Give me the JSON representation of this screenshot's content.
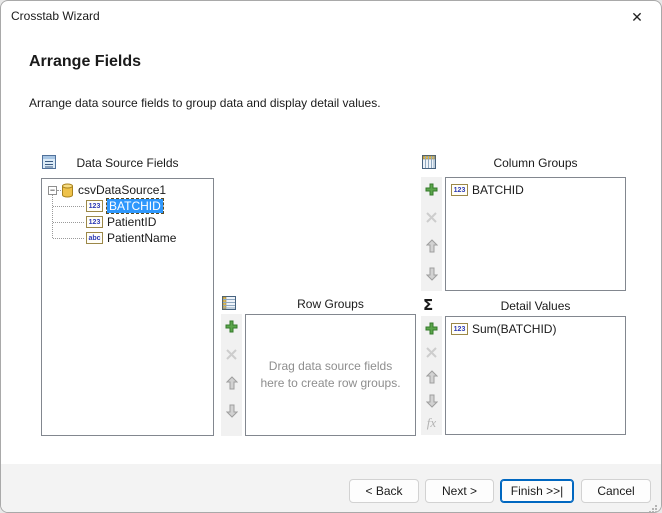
{
  "window": {
    "title": "Crosstab Wizard"
  },
  "icons": {
    "close": "✕",
    "sigma": "Σ",
    "fx": "fx",
    "expander": "−"
  },
  "header": {
    "title": "Arrange Fields",
    "subtitle": "Arrange data source fields to group data and display detail values."
  },
  "panels": {
    "data_source_fields": {
      "label": "Data Source Fields",
      "tree": {
        "root": {
          "label": "csvDataSource1",
          "icon": "database-icon",
          "expanded": true
        },
        "fields": [
          {
            "label": "BATCHID",
            "icon": "number-field-icon",
            "icon_text": "123",
            "selected": true
          },
          {
            "label": "PatientID",
            "icon": "number-field-icon",
            "icon_text": "123",
            "selected": false
          },
          {
            "label": "PatientName",
            "icon": "text-field-icon",
            "icon_text": "abc",
            "selected": false
          }
        ]
      }
    },
    "column_groups": {
      "label": "Column Groups",
      "items": [
        {
          "label": "BATCHID",
          "icon": "number-field-icon",
          "icon_text": "123"
        }
      ]
    },
    "row_groups": {
      "label": "Row Groups",
      "placeholder": "Drag data source fields here to create row groups."
    },
    "detail_values": {
      "label": "Detail Values",
      "items": [
        {
          "label": "Sum(BATCHID)",
          "icon": "number-field-icon",
          "icon_text": "123"
        }
      ]
    }
  },
  "footer": {
    "back": "< Back",
    "next": "Next >",
    "finish": "Finish >>|",
    "cancel": "Cancel"
  },
  "colors": {
    "selection_blue": "#2e97fc",
    "focus_accent": "#0067c0",
    "add_green": "#5aa54b",
    "panel_border": "#82878f"
  }
}
